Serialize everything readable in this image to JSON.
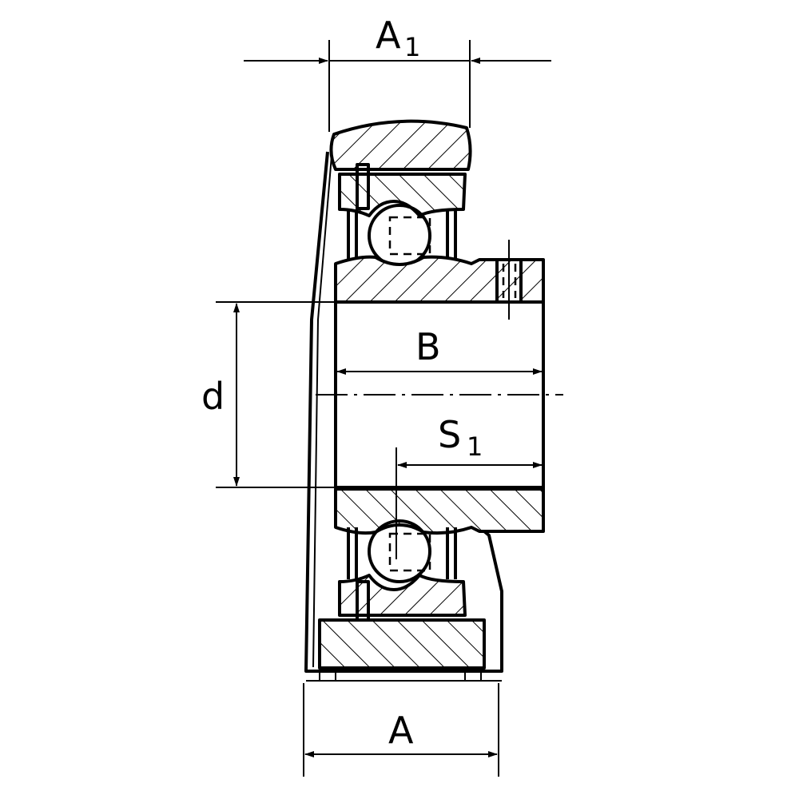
{
  "dimensions": {
    "A1": {
      "main": "A",
      "sub": "1"
    },
    "B": {
      "main": "B"
    },
    "d": {
      "main": "d"
    },
    "S1": {
      "main": "S",
      "sub": "1"
    },
    "A": {
      "main": "A"
    }
  },
  "colors": {
    "line": "#000000",
    "background": "#ffffff"
  }
}
